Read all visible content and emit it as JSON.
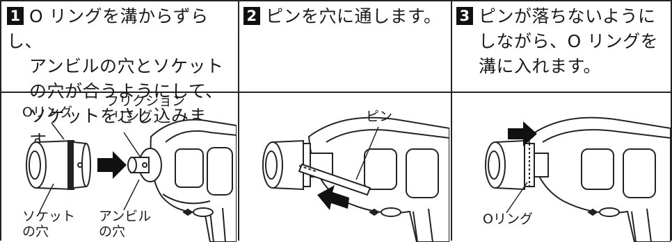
{
  "steps": [
    {
      "number": "1",
      "lines": [
        "O リングを溝からずらし、",
        "アンビルの穴とソケット",
        "の穴が合うようにして、",
        "ソケットをさし込みます。"
      ]
    },
    {
      "number": "2",
      "lines": [
        "ピンを穴に通します。"
      ]
    },
    {
      "number": "3",
      "lines": [
        "ピンが落ちないように",
        "しながら、O リングを",
        "溝に入れます。"
      ]
    }
  ],
  "figures": {
    "fig1": {
      "o_ring": "Oリング",
      "friction_ring_1": "フリクション",
      "friction_ring_2": "リング",
      "socket_hole_1": "ソケット",
      "socket_hole_2": "の穴",
      "anvil_hole_1": "アンビル",
      "anvil_hole_2": "の穴"
    },
    "fig2": {
      "pin": "ピン"
    },
    "fig3": {
      "o_ring": "Oリング"
    }
  },
  "colors": {
    "line": "#222222",
    "fill_dark": "#111111",
    "body_gray": "#f2f2f2"
  }
}
